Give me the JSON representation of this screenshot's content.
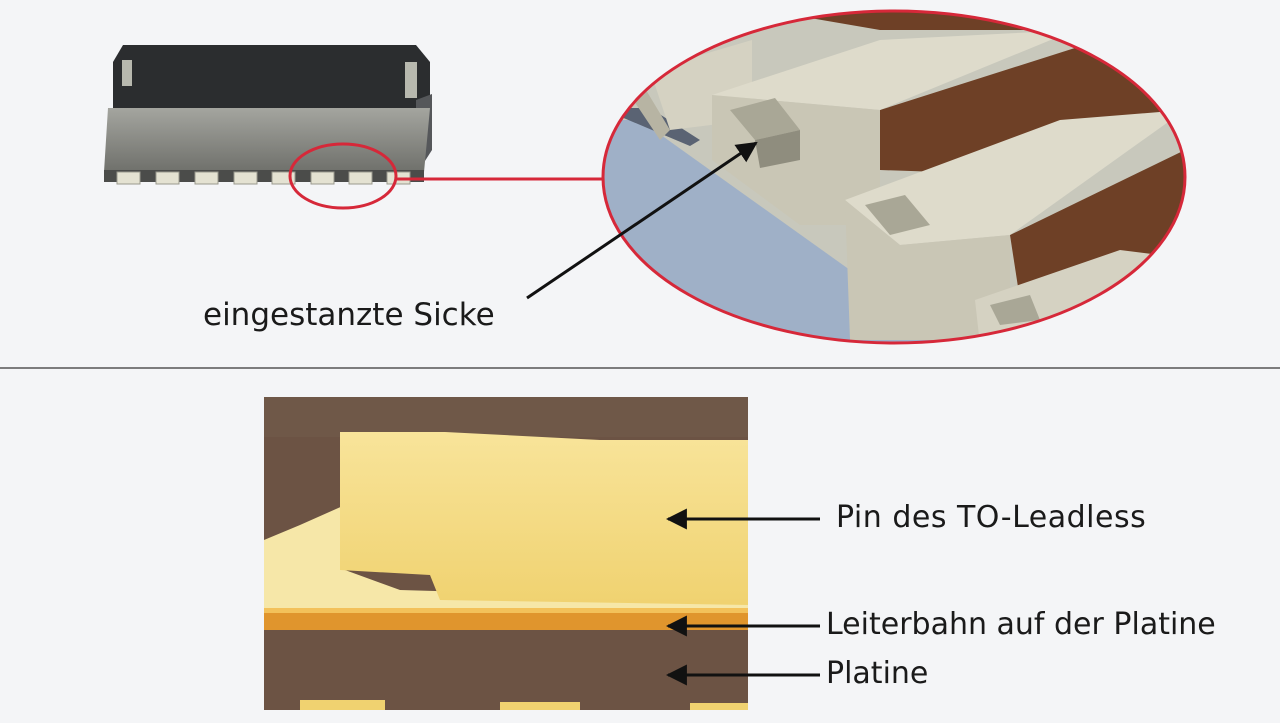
{
  "labels": {
    "sicke": "eingestanzte Sicke",
    "pin": "Pin des TO-Leadless",
    "leiterbahn": "Leiterbahn auf der Platine",
    "platine": "Platine"
  },
  "colors": {
    "background": "#f4f5f7",
    "highlight_ring": "#d62839",
    "package_body": "#2b2d2f",
    "pin_metal": "#d5d2c2",
    "copper": "#6e4026",
    "board_blue": "#9fb0c7",
    "micro_pin": "#f3da7c",
    "micro_trace": "#e0952d",
    "micro_board": "#6c5344",
    "arrow": "#111111",
    "divider": "#555555"
  }
}
